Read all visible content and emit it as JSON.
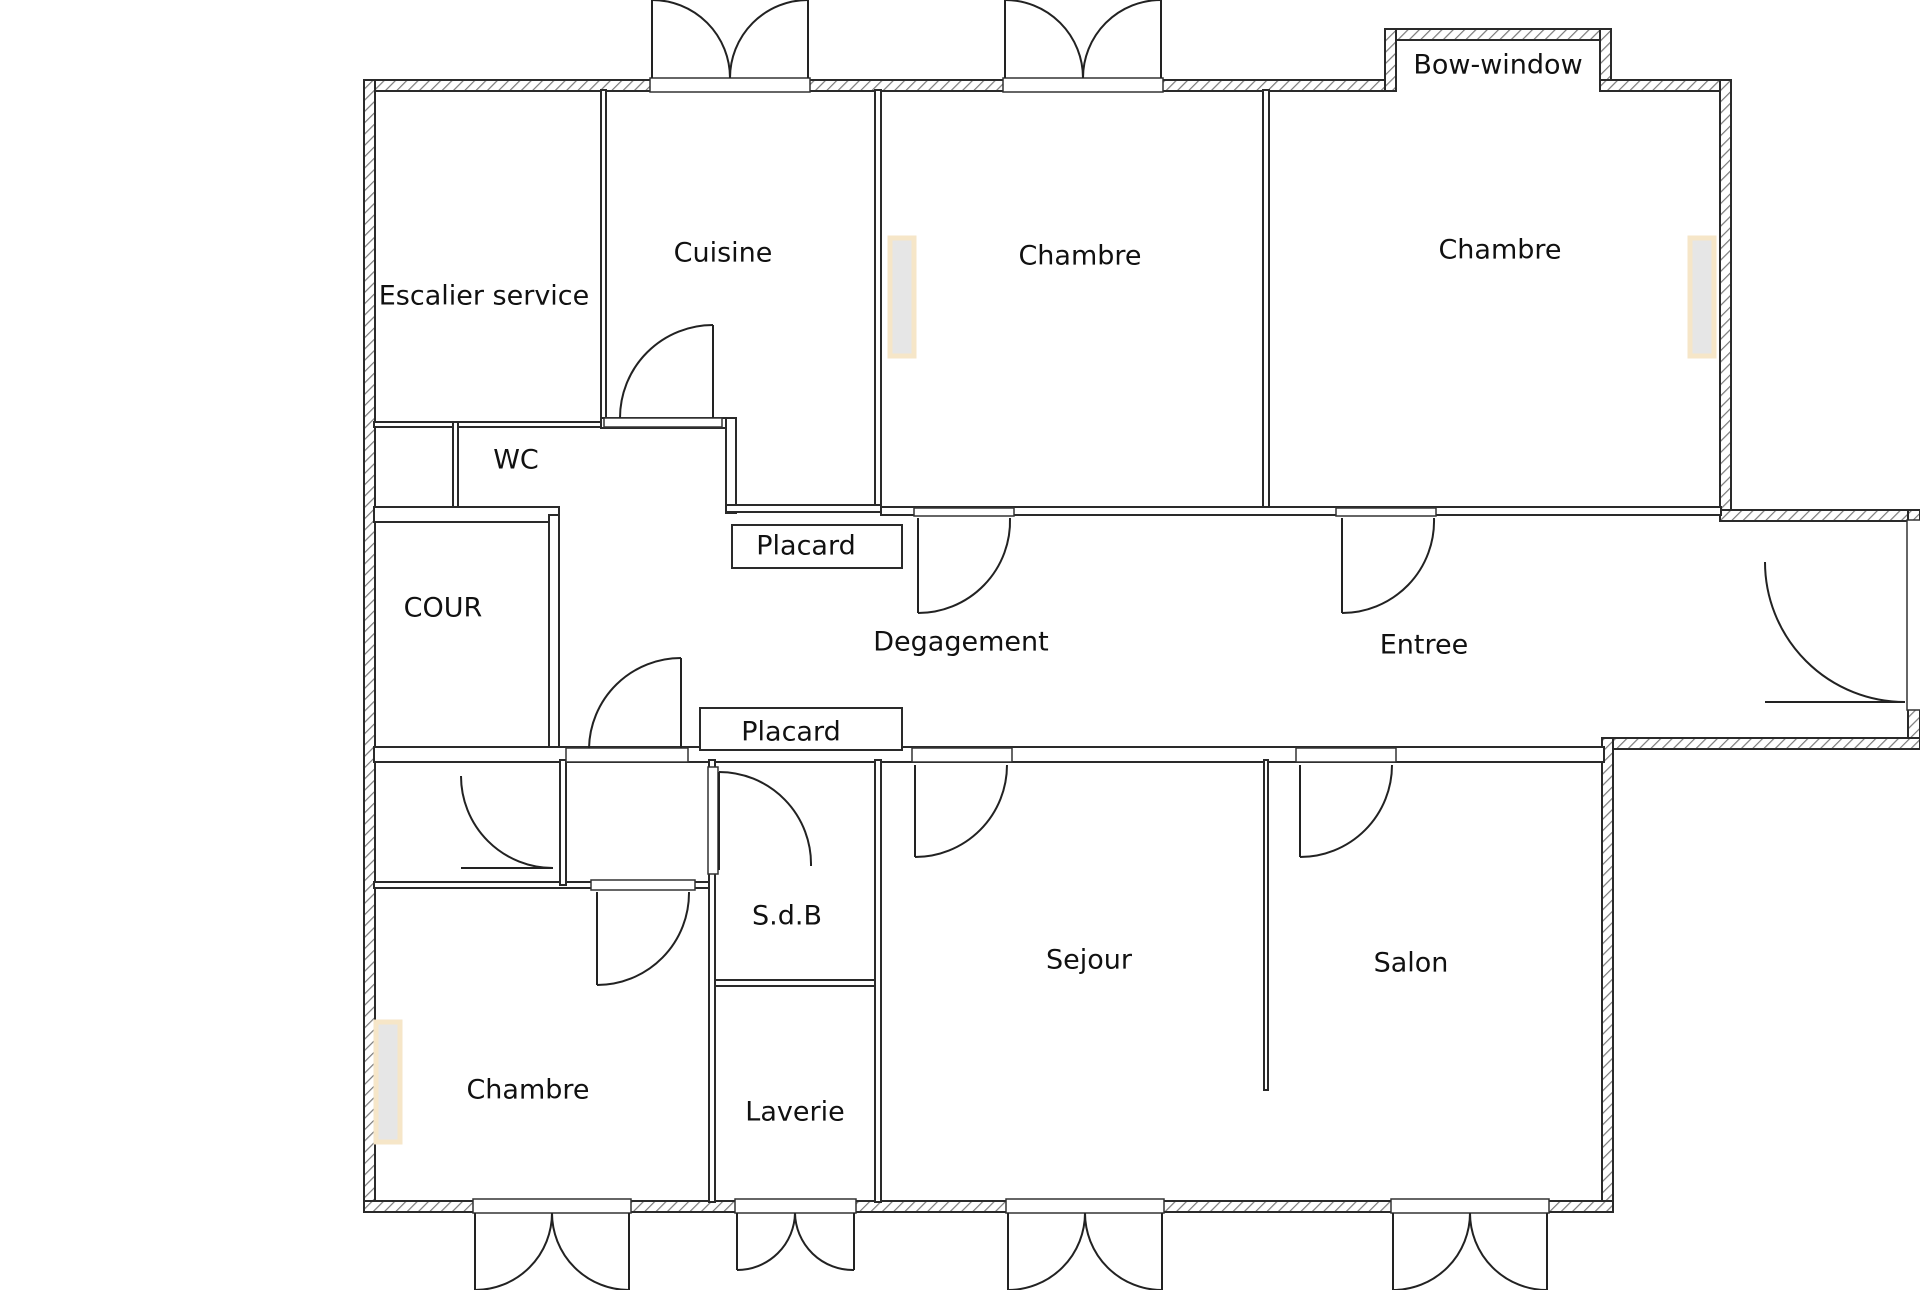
{
  "rooms": {
    "escalier": "Escalier service",
    "cuisine": "Cuisine",
    "chambre_1": "Chambre",
    "chambre_2": "Chambre",
    "bow_window": "Bow-window",
    "wc": "WC",
    "placard_upper": "Placard",
    "cour": "COUR",
    "degagement": "Degagement",
    "entree": "Entree",
    "placard_lower": "Placard",
    "sdb": "S.d.B",
    "sejour": "Sejour",
    "salon": "Salon",
    "chambre_3": "Chambre",
    "laverie": "Laverie"
  },
  "colors": {
    "wall": "#2a2a2a",
    "hatch": "#7a7a7a",
    "line": "#222222",
    "radiator": "#e6e6e6",
    "radiator_edge": "#f6e6c8"
  }
}
